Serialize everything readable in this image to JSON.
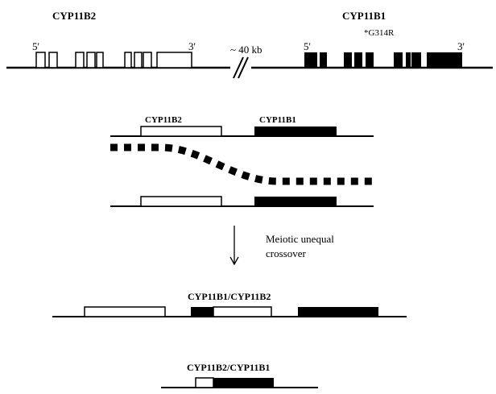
{
  "top": {
    "gene_left": "CYP11B2",
    "gene_right": "CYP11B1",
    "five_prime": "5'",
    "three_prime": "3'",
    "distance": "~ 40 kb",
    "mutation": "*G314R"
  },
  "middle": {
    "gene_left": "CYP11B2",
    "gene_right": "CYP11B1",
    "event_line1": "Meiotic unequal",
    "event_line2": "crossover"
  },
  "products": {
    "chimera1": "CYP11B1/CYP11B2",
    "chimera2": "CYP11B2/CYP11B1"
  },
  "colors": {
    "ink": "#000000",
    "paper": "#ffffff"
  }
}
